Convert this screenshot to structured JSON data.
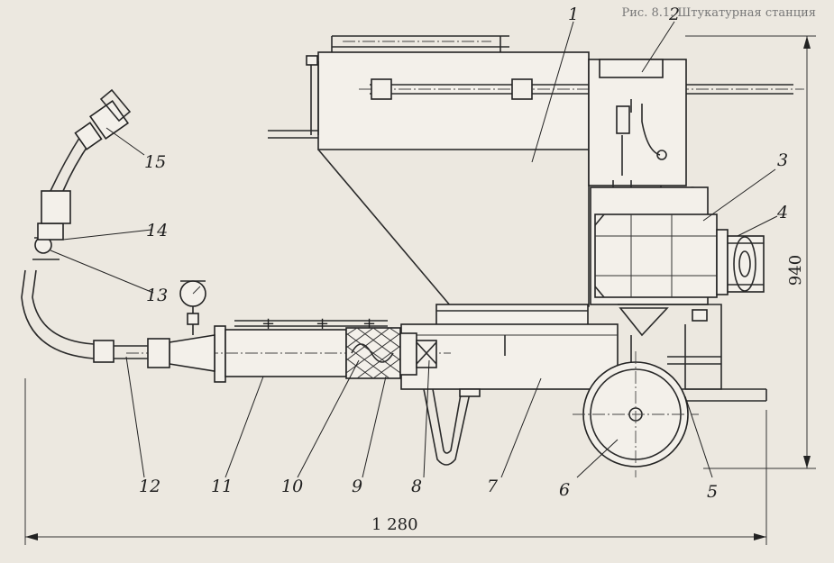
{
  "caption_fragment": "Рис. 8.1. Штукатурная станция",
  "labels": {
    "l1": "1",
    "l2": "2",
    "l3": "3",
    "l4": "4",
    "l5": "5",
    "l6": "6",
    "l7": "7",
    "l8": "8",
    "l9": "9",
    "l10": "10",
    "l11": "11",
    "l12": "12",
    "l13": "13",
    "l14": "14",
    "l15": "15"
  },
  "dimensions": {
    "length": "1 280",
    "height": "940"
  }
}
